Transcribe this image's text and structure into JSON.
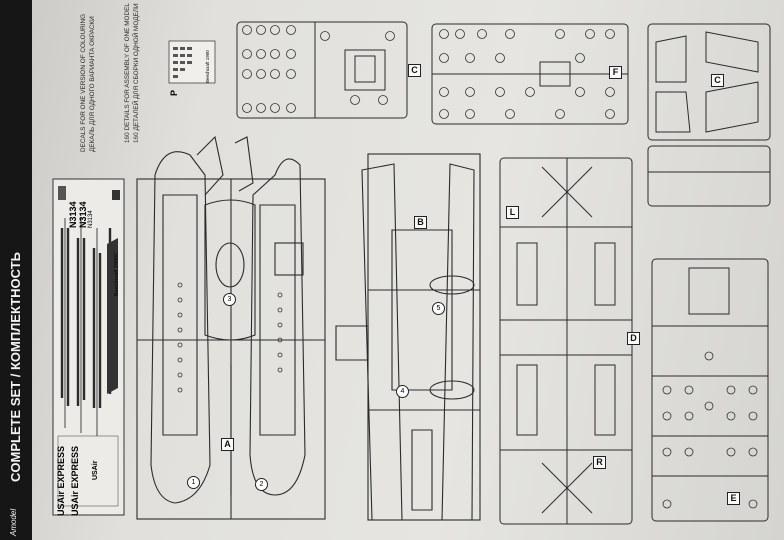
{
  "sidebar": {
    "title": "COMPLETE SET / КОМПЛЕКТНОСТЬ",
    "logo": "Amodel"
  },
  "decals": {
    "note_en": "DECALS FOR ONE VERSION OF COLOURING",
    "note_ru": "ДЕКАЛЬ ДЛЯ ОДНОГО ВАРИАНТА ОКРАСКИ",
    "reg_1": "N3134",
    "reg_2": "N3134",
    "reg_3": "N3134",
    "brand_1": "USAir EXPRESS",
    "brand_2": "USAir EXPRESS",
    "brand_3": "USAir",
    "model_name": "Beechcraft 1900C",
    "sheet_letter": "P",
    "sheet_brand": "Beechcraft 1900"
  },
  "details": {
    "note_en": "160 DETAILS FOR ASSEMBLY OF ONE MODEL",
    "note_ru": "160 ДЕТАЛЕЙ ДЛЯ СБОРКИ ОДНОЙ МОДЕЛИ"
  },
  "sprues": {
    "a": "A",
    "b": "B",
    "c1": "C",
    "c2": "C",
    "d": "D",
    "f": "F",
    "l": "L",
    "r": "R",
    "e": "E"
  },
  "part_numbers": {
    "a1": "1",
    "a2": "2",
    "a3": "3",
    "b4": "4",
    "b5": "5"
  }
}
